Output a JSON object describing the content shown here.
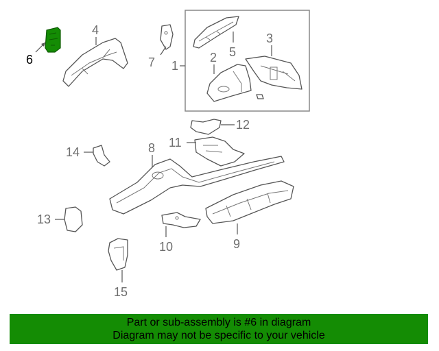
{
  "diagram": {
    "highlight_color": "#148c04",
    "callouts": {
      "c1": "1",
      "c2": "2",
      "c3": "3",
      "c4": "4",
      "c5": "5",
      "c6": "6",
      "c7": "7",
      "c8": "8",
      "c9": "9",
      "c10": "10",
      "c11": "11",
      "c12": "12",
      "c13": "13",
      "c14": "14",
      "c15": "15"
    }
  },
  "banner": {
    "line1": "Part or sub-assembly is #6 in diagram",
    "line2": "Diagram may not be specific to your vehicle",
    "background": "#148c04"
  }
}
